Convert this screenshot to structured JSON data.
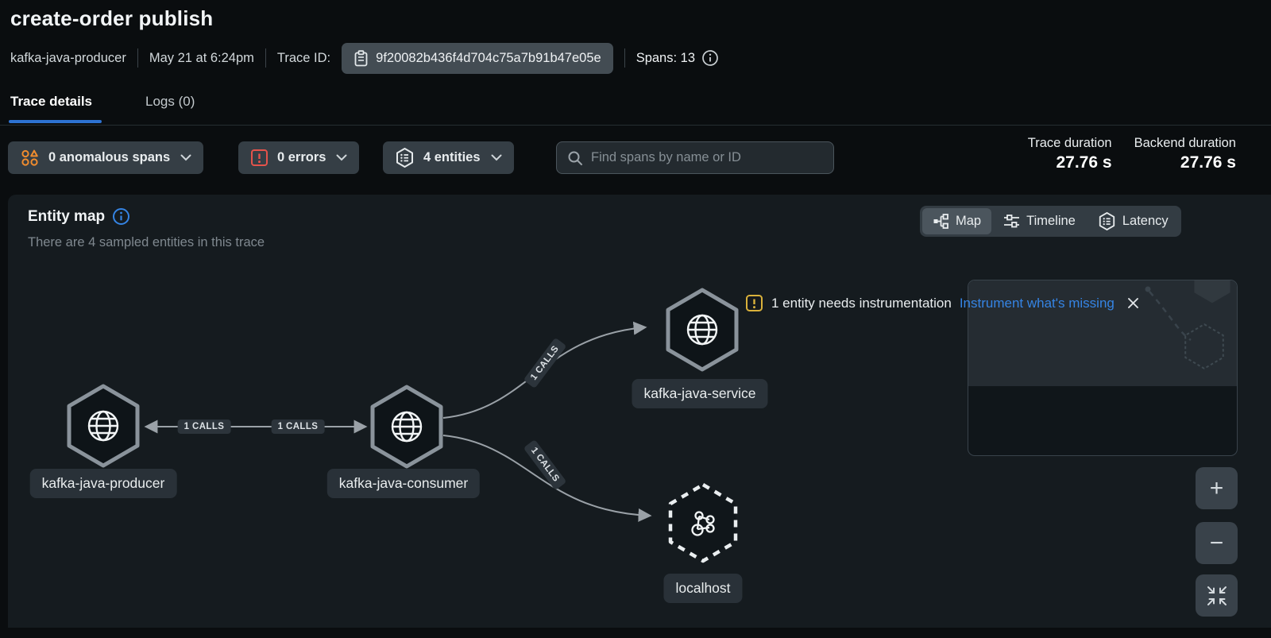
{
  "header": {
    "title": "create-order publish",
    "entity": "kafka-java-producer",
    "timestamp": "May 21 at 6:24pm",
    "trace_id_label": "Trace ID:",
    "trace_id": "9f20082b436f4d704c75a7b91b47e05e",
    "spans_label": "Spans: 13"
  },
  "tabs": [
    {
      "label": "Trace details",
      "active": true
    },
    {
      "label": "Logs (0)",
      "active": false
    }
  ],
  "filter_bar": {
    "dropdowns": [
      {
        "label": "0 anomalous spans",
        "icon": "anomalous-spans-icon"
      },
      {
        "label": "0 errors",
        "icon": "error-icon"
      },
      {
        "label": "4 entities",
        "icon": "entities-icon"
      }
    ],
    "search_placeholder": "Find spans by name or ID",
    "stats": [
      {
        "label": "Trace duration",
        "value": "27.76 s"
      },
      {
        "label": "Backend duration",
        "value": "27.76 s"
      }
    ]
  },
  "entity_map": {
    "title": "Entity map",
    "subtitle": "There are 4 sampled entities in this trace",
    "view_toggle": [
      {
        "label": "Map",
        "active": true
      },
      {
        "label": "Timeline",
        "active": false
      },
      {
        "label": "Latency",
        "active": false
      }
    ],
    "notification": {
      "text": "1 entity needs instrumentation",
      "link": "Instrument what's missing"
    },
    "nodes": [
      {
        "id": "producer",
        "label": "kafka-java-producer",
        "type": "instrumented"
      },
      {
        "id": "consumer",
        "label": "kafka-java-consumer",
        "type": "instrumented"
      },
      {
        "id": "service",
        "label": "kafka-java-service",
        "type": "instrumented"
      },
      {
        "id": "localhost",
        "label": "localhost",
        "type": "uninstrumented"
      }
    ],
    "edges": [
      {
        "from": "consumer",
        "to": "producer",
        "label": "1 CALLS"
      },
      {
        "from": "producer",
        "to": "consumer",
        "label": "1 CALLS"
      },
      {
        "from": "consumer",
        "to": "service",
        "label": "1 CALLS"
      },
      {
        "from": "consumer",
        "to": "localhost",
        "label": "1 CALLS"
      }
    ],
    "zoom_controls": {
      "zoom_in": "+",
      "zoom_out": "−"
    }
  },
  "colors": {
    "page_bg": "#0a0d0f",
    "panel_bg": "#151b1f",
    "accent_blue": "#3584e4",
    "tab_underline": "#2d72d2",
    "warning_gold": "#d9b13b",
    "error_red": "#e5534b",
    "anomaly_orange": "#f08c2e",
    "hexagon_stroke": "#8a939b",
    "edge_gray": "#9aa1a7"
  }
}
